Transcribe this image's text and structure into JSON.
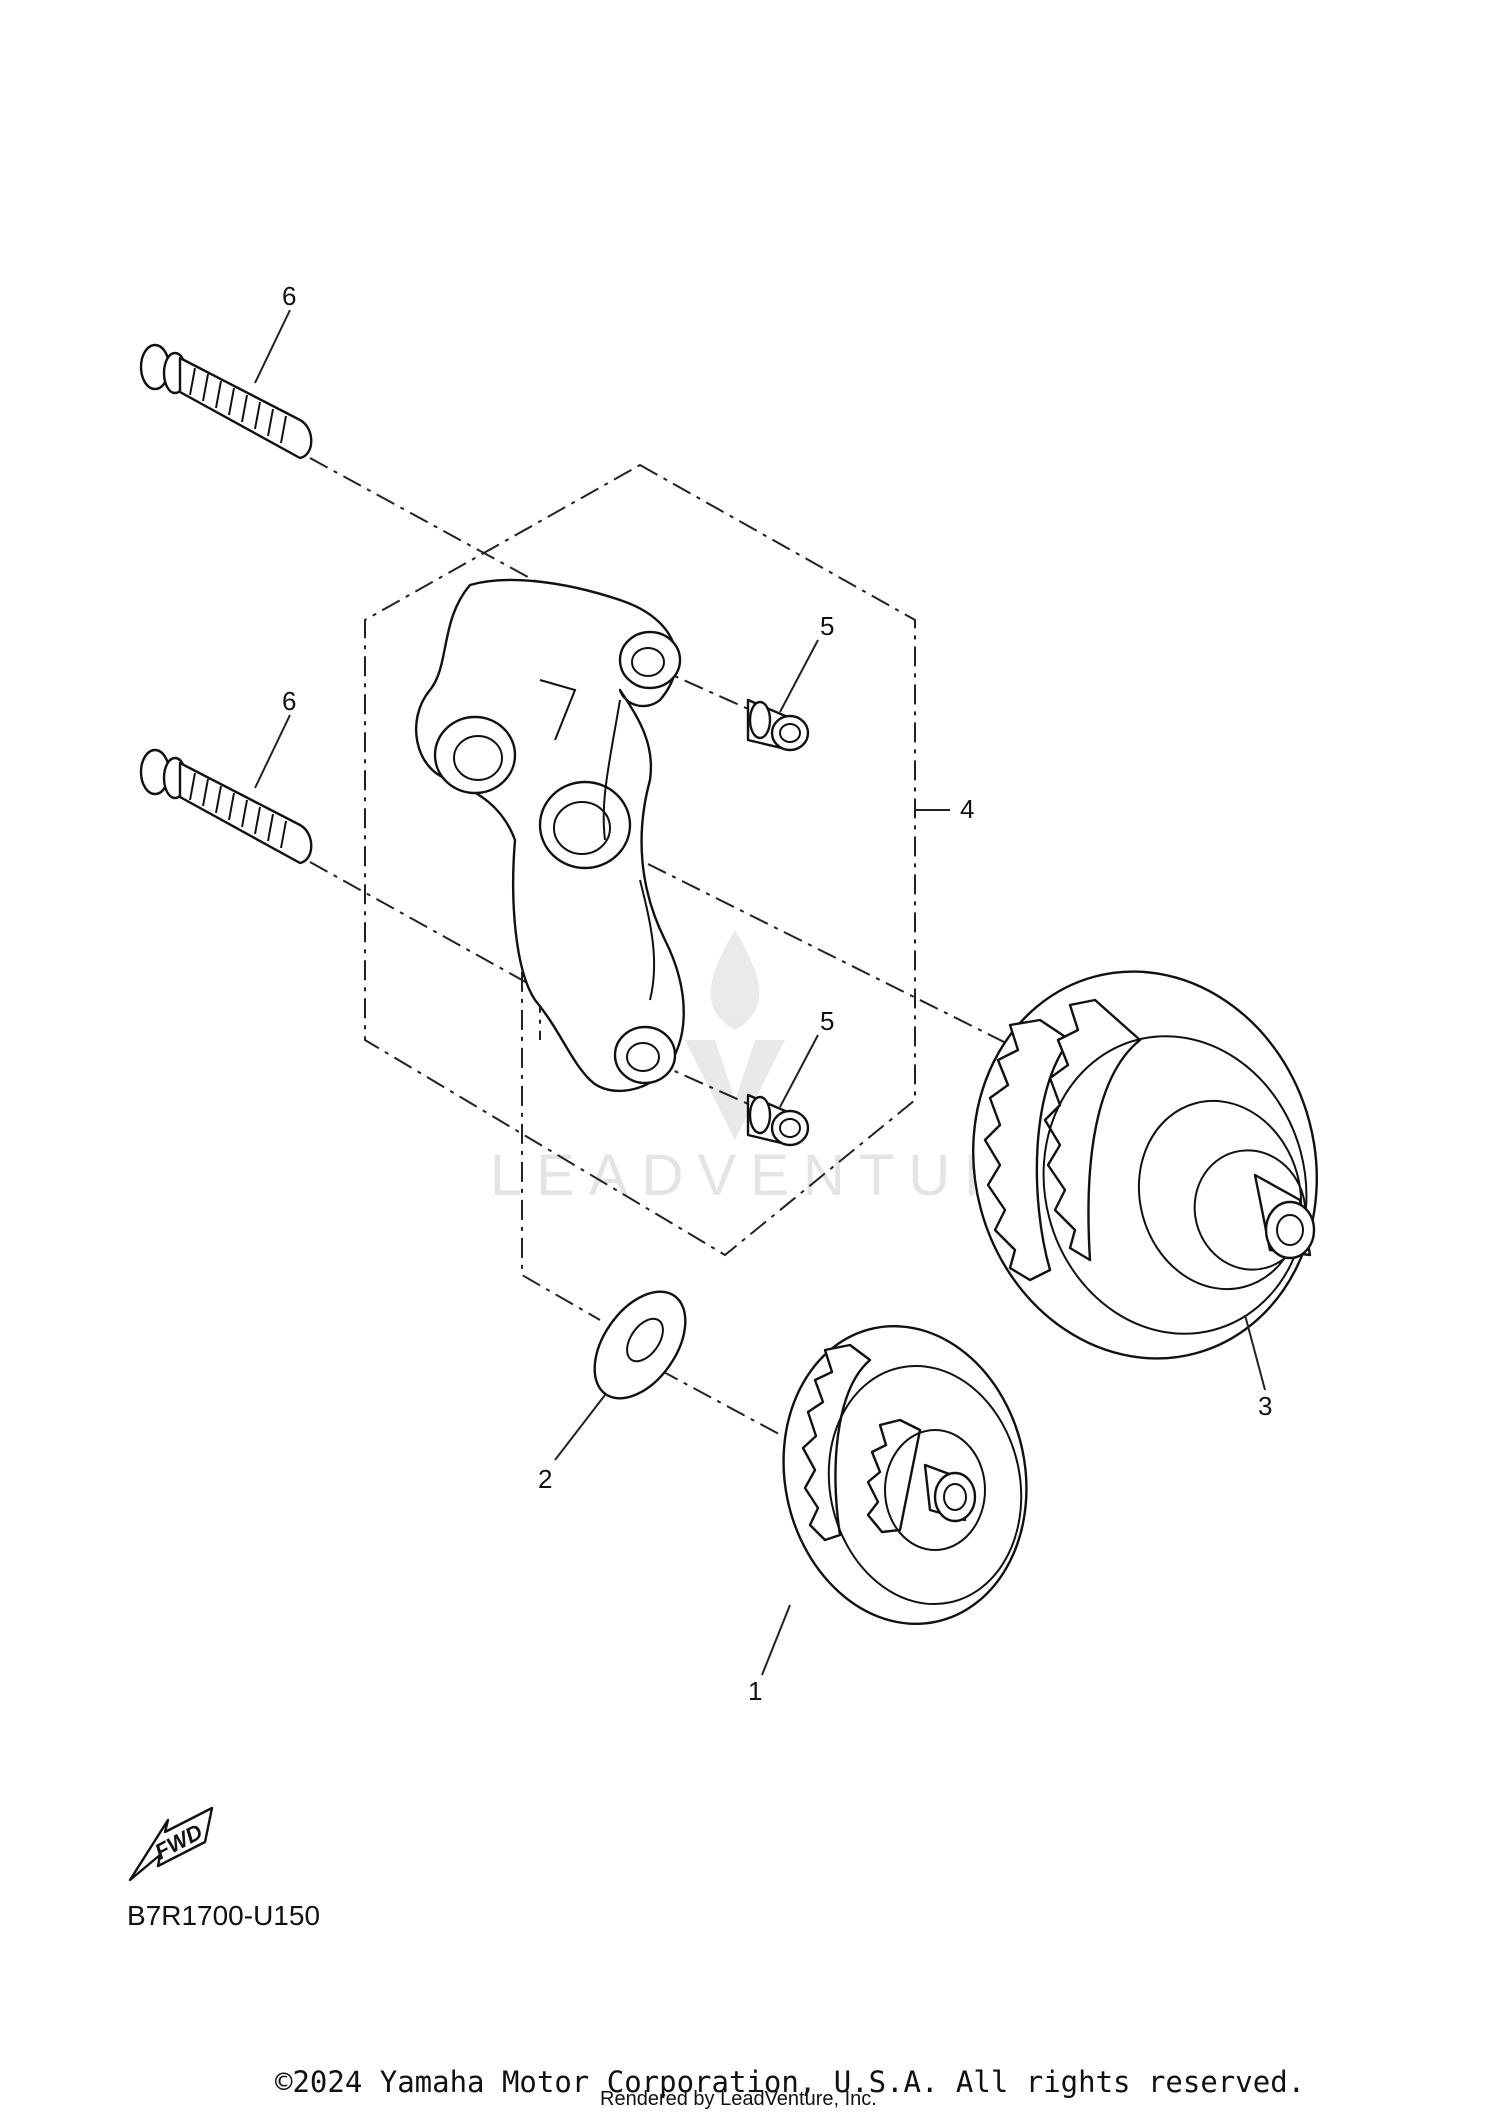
{
  "callouts": {
    "bolt_upper": "6",
    "bolt_lower": "6",
    "collar_upper": "5",
    "collar_lower": "5",
    "bracket_assembly": "4",
    "gear_large": "3",
    "washer": "2",
    "gear_small": "1"
  },
  "fwd_label": "FWD",
  "diagram_code": "B7R1700-U150",
  "watermark": "LEADVENTURE",
  "copyright": "©2024 Yamaha Motor Corporation, U.S.A. All rights reserved.",
  "rendered_by": "Rendered by LeadVenture, Inc."
}
